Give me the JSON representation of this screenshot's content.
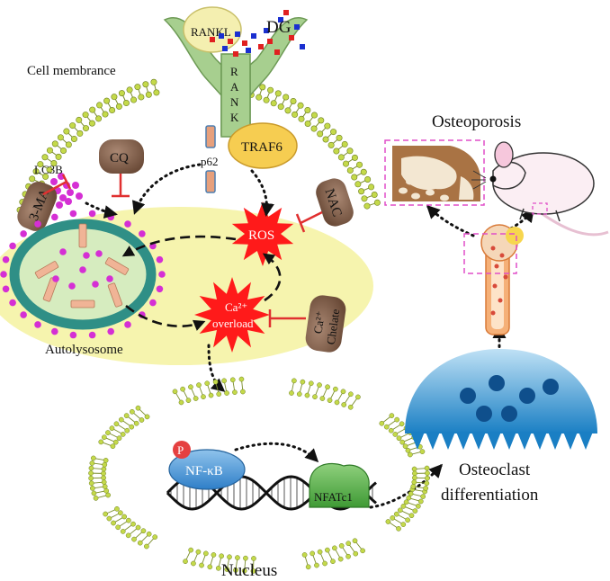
{
  "labels": {
    "rankl": "RANKL",
    "dg": "DG",
    "rank_letters": [
      "R",
      "A",
      "N",
      "K"
    ],
    "cell_membrane": "Cell membrance",
    "traf6": "TRAF6",
    "p62": "p62",
    "cq": "CQ",
    "lc3b": "LC3B",
    "three_ma": "3-MA",
    "nac": "NAC",
    "ros": "ROS",
    "ca_overload": "Ca²⁺",
    "overload": "overload",
    "ca_chelate_top": "Ca²⁺",
    "ca_chelate_bottom": "Chelate",
    "autolysosome": "Autolysosome",
    "osteoporosis": "Osteoporosis",
    "osteoclast_line1": "Osteoclast",
    "osteoclast_line2": "differentiation",
    "nfkb": "NF-κB",
    "p_badge": "P",
    "nfatc1": "NFATc1",
    "nucleus": "Nucleus"
  },
  "colors": {
    "membrane_head": "#c4d94a",
    "rank": "#a7cf8f",
    "rankl": "#f4efb0",
    "traf6": "#f6cd51",
    "brown": "#8c6a55",
    "ros": "#ff1a1a",
    "vesicle": "#2f8f86",
    "magenta": "#d52fd4",
    "cytosol": "#f6f4ae",
    "osteoclast": "#1f83c7",
    "nfkb": "#3b8fd1",
    "nfatc1": "#5cb84d",
    "badge": "#e54040"
  }
}
